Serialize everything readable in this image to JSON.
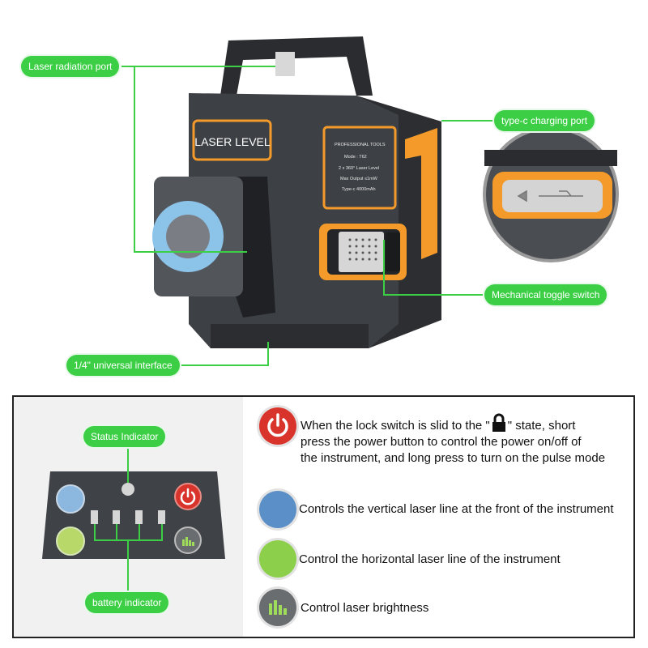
{
  "device": {
    "brand_label": "LASER LEVEL",
    "spec_lines": [
      "PROFESSIONAL TOOLS",
      "Mode : T62",
      "2 x 360° Laser Level",
      "Max Output ≤1mW",
      "Type-c   4000mAh"
    ]
  },
  "callouts": {
    "laser_port": "Laser radiation port",
    "typec": "type-c charging port",
    "toggle": "Mechanical toggle switch",
    "interface": "1/4\" universal interface",
    "status": "Status Indicator",
    "battery": "battery indicator"
  },
  "descriptions": {
    "power_a": "When the lock switch is slid to the \"",
    "power_b": "\" state, short",
    "power_c": "press the power button to control the power on/off of",
    "power_d": "the instrument, and long press to turn on the pulse mode",
    "vertical": "Controls the vertical laser line at the front of the instrument",
    "horizontal": "Control the horizontal laser line of the instrument",
    "brightness": "Control laser brightness"
  },
  "colors": {
    "accent_green": "#3ccf45",
    "power_red": "#d9342b",
    "vertical_blue": "#5b8fc7",
    "horizontal_green": "#8ccf4a",
    "body_dark": "#3b3e42",
    "trim_orange": "#f39a2a"
  },
  "icons": [
    "power-icon",
    "lock-icon",
    "brightness-bars-icon",
    "usb-icon"
  ]
}
